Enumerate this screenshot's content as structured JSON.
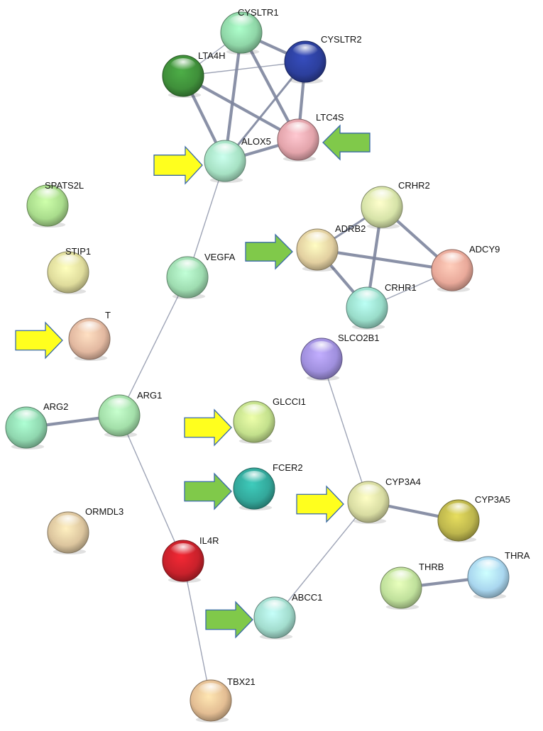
{
  "nodes": [
    {
      "id": "CYSLTR1",
      "label": "CYSLTR1",
      "color": "#8fd6a7"
    },
    {
      "id": "CYSLTR2",
      "label": "CYSLTR2",
      "color": "#2c3f9c"
    },
    {
      "id": "LTA4H",
      "label": "LTA4H",
      "color": "#3f8f3a"
    },
    {
      "id": "LTC4S",
      "label": "LTC4S",
      "color": "#e3a4ab"
    },
    {
      "id": "ALOX5",
      "label": "ALOX5",
      "color": "#a6e1c3"
    },
    {
      "id": "SPATS2L",
      "label": "SPATS2L",
      "color": "#a9dc8c"
    },
    {
      "id": "STIP1",
      "label": "STIP1",
      "color": "#dfdc9c"
    },
    {
      "id": "T",
      "label": "T",
      "color": "#e2b8a0"
    },
    {
      "id": "VEGFA",
      "label": "VEGFA",
      "color": "#9edcb0"
    },
    {
      "id": "CRHR2",
      "label": "CRHR2",
      "color": "#d6e3a8"
    },
    {
      "id": "ADRB2",
      "label": "ADRB2",
      "color": "#e2cfa0"
    },
    {
      "id": "ADCY9",
      "label": "ADCY9",
      "color": "#e9a99a"
    },
    {
      "id": "CRHR1",
      "label": "CRHR1",
      "color": "#99dcc9"
    },
    {
      "id": "SLCO2B1",
      "label": "SLCO2B1",
      "color": "#9f8fdd"
    },
    {
      "id": "ARG2",
      "label": "ARG2",
      "color": "#8fd6ae"
    },
    {
      "id": "ARG1",
      "label": "ARG1",
      "color": "#a3dfa9"
    },
    {
      "id": "GLCCI1",
      "label": "GLCCI1",
      "color": "#c3e08c"
    },
    {
      "id": "FCER2",
      "label": "FCER2",
      "color": "#33a79a"
    },
    {
      "id": "CYP3A4",
      "label": "CYP3A4",
      "color": "#d8dca2"
    },
    {
      "id": "CYP3A5",
      "label": "CYP3A5",
      "color": "#bdb64d"
    },
    {
      "id": "ORMDL3",
      "label": "ORMDL3",
      "color": "#dcc59e"
    },
    {
      "id": "IL4R",
      "label": "IL4R",
      "color": "#c8212b"
    },
    {
      "id": "THRB",
      "label": "THRB",
      "color": "#bfe09b"
    },
    {
      "id": "THRA",
      "label": "THRA",
      "color": "#a9d6ef"
    },
    {
      "id": "ABCC1",
      "label": "ABCC1",
      "color": "#a2dccd"
    },
    {
      "id": "TBX21",
      "label": "TBX21",
      "color": "#e3bd93"
    }
  ],
  "edges": [
    {
      "source": "CYSLTR1",
      "target": "CYSLTR2",
      "strength": "strong"
    },
    {
      "source": "CYSLTR1",
      "target": "LTA4H",
      "strength": "weak"
    },
    {
      "source": "CYSLTR1",
      "target": "LTC4S",
      "strength": "strong"
    },
    {
      "source": "CYSLTR1",
      "target": "ALOX5",
      "strength": "strong"
    },
    {
      "source": "CYSLTR2",
      "target": "LTA4H",
      "strength": "weak"
    },
    {
      "source": "CYSLTR2",
      "target": "LTC4S",
      "strength": "strong"
    },
    {
      "source": "CYSLTR2",
      "target": "ALOX5",
      "strength": "medium"
    },
    {
      "source": "LTA4H",
      "target": "LTC4S",
      "strength": "strong"
    },
    {
      "source": "LTA4H",
      "target": "ALOX5",
      "strength": "strong"
    },
    {
      "source": "LTC4S",
      "target": "ALOX5",
      "strength": "strong"
    },
    {
      "source": "ALOX5",
      "target": "VEGFA",
      "strength": "weak"
    },
    {
      "source": "VEGFA",
      "target": "ARG1",
      "strength": "weak"
    },
    {
      "source": "ARG2",
      "target": "ARG1",
      "strength": "strong"
    },
    {
      "source": "ARG1",
      "target": "IL4R",
      "strength": "weak"
    },
    {
      "source": "IL4R",
      "target": "TBX21",
      "strength": "weak"
    },
    {
      "source": "CRHR2",
      "target": "ADRB2",
      "strength": "medium"
    },
    {
      "source": "CRHR2",
      "target": "ADCY9",
      "strength": "strong"
    },
    {
      "source": "CRHR2",
      "target": "CRHR1",
      "strength": "strong"
    },
    {
      "source": "ADRB2",
      "target": "ADCY9",
      "strength": "strong"
    },
    {
      "source": "ADRB2",
      "target": "CRHR1",
      "strength": "strong"
    },
    {
      "source": "CRHR1",
      "target": "ADCY9",
      "strength": "weak"
    },
    {
      "source": "SLCO2B1",
      "target": "CYP3A4",
      "strength": "weak"
    },
    {
      "source": "CYP3A4",
      "target": "CYP3A5",
      "strength": "strong"
    },
    {
      "source": "CYP3A4",
      "target": "ABCC1",
      "strength": "weak"
    },
    {
      "source": "THRB",
      "target": "THRA",
      "strength": "strong"
    }
  ],
  "arrows": [
    {
      "target": "ALOX5",
      "color": "yellow",
      "direction": "right"
    },
    {
      "target": "LTC4S",
      "color": "green",
      "direction": "left"
    },
    {
      "target": "ADRB2",
      "color": "green",
      "direction": "right"
    },
    {
      "target": "T",
      "color": "yellow",
      "direction": "right"
    },
    {
      "target": "GLCCI1",
      "color": "yellow",
      "direction": "right"
    },
    {
      "target": "FCER2",
      "color": "green",
      "direction": "right"
    },
    {
      "target": "CYP3A4",
      "color": "yellow",
      "direction": "right"
    },
    {
      "target": "ABCC1",
      "color": "green",
      "direction": "right"
    }
  ],
  "colors": {
    "yellow_arrow": "#ffff1e",
    "green_arrow": "#80c94a",
    "arrow_stroke": "#3a6aa8",
    "edge_color": "#7d859d"
  }
}
